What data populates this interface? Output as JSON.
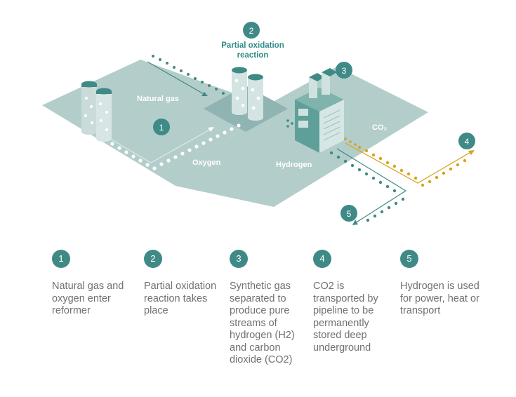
{
  "colors": {
    "teal": "#3f8a86",
    "platform": "#b3cdca",
    "co2": "#d9a21b",
    "text": "#6f7070"
  },
  "diagram": {
    "title": "Partial oxidation reaction",
    "labels": {
      "natural_gas": "Natural gas",
      "oxygen": "Oxygen",
      "hydrogen": "Hydrogen",
      "co2": "CO₂"
    },
    "markers": [
      "1",
      "2",
      "3",
      "4",
      "5"
    ]
  },
  "steps": [
    {
      "number": "1",
      "text": "Natural gas and oxygen enter reformer"
    },
    {
      "number": "2",
      "text": "Partial oxidation reaction takes place"
    },
    {
      "number": "3",
      "text": "Synthetic gas separated to produce pure streams of hydrogen (H2) and carbon dioxide (CO2)"
    },
    {
      "number": "4",
      "text": "CO2 is transported by pipeline to be permanently stored deep underground"
    },
    {
      "number": "5",
      "text": "Hydrogen is used for power, heat or transport"
    }
  ]
}
